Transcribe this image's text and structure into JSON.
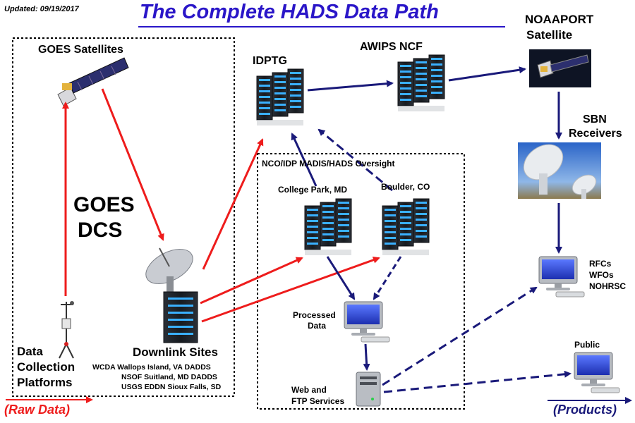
{
  "header": {
    "updated": "Updated: 09/19/2017",
    "title": "The Complete HADS Data Path"
  },
  "nodes": {
    "goes_satellites": "GOES Satellites",
    "goes_dcs_line1": "GOES",
    "goes_dcs_line2": "DCS",
    "data_collection": [
      "Data",
      "Collection",
      "Platforms"
    ],
    "downlink_title": "Downlink Sites",
    "downlink_sites": [
      "WCDA Wallops Island, VA  DADDS",
      "NSOF Suitland, MD  DADDS",
      "USGS EDDN Sioux Falls, SD"
    ],
    "idptg": "IDPTG",
    "awips_ncf": "AWIPS NCF",
    "noaaport": [
      "NOAAPORT",
      "Satellite"
    ],
    "sbn": [
      "SBN",
      "Receivers"
    ],
    "oversight": "NCO/IDP   MADIS/HADS Oversight",
    "college_park": "College Park, MD",
    "boulder": "Boulder, CO",
    "processed": [
      "Processed",
      "Data"
    ],
    "web_ftp": [
      "Web and",
      "FTP Services"
    ],
    "rfc_group": [
      "RFCs",
      "WFOs",
      "NOHRSC"
    ],
    "public": "Public"
  },
  "legend": {
    "raw_data": "(Raw Data)",
    "products": "(Products)"
  },
  "colors": {
    "raw_flow": "#ee1c1c",
    "product_flow": "#1a1a7a",
    "title": "#2a16c8",
    "server_body": "#1c2026",
    "server_highlight": "#3ab0ff"
  }
}
